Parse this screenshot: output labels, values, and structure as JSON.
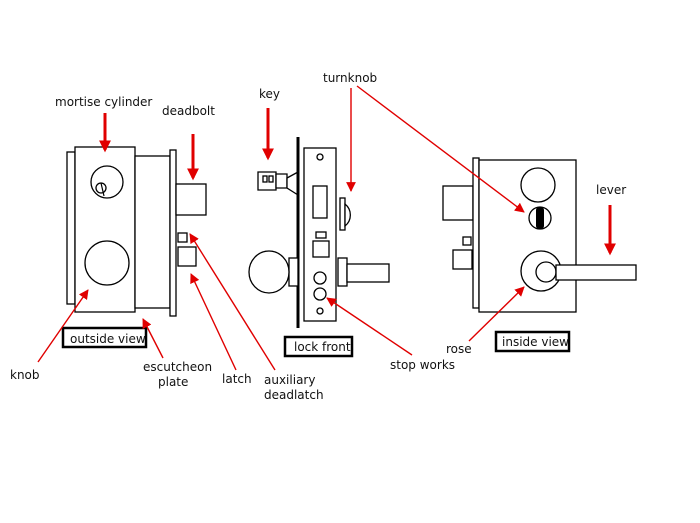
{
  "labels": {
    "mortise_cylinder": "mortise cylinder",
    "deadbolt": "deadbolt",
    "key": "key",
    "turnknob": "turnknob",
    "lever": "lever",
    "outside_view": "outside view",
    "knob": "knob",
    "escutcheon_plate_1": "escutcheon",
    "escutcheon_plate_2": "plate",
    "latch": "latch",
    "auxiliary_deadlatch_1": "auxiliary",
    "auxiliary_deadlatch_2": "deadlatch",
    "lock_front": "lock front",
    "stop_works": "stop works",
    "rose": "rose",
    "inside_view": "inside view"
  },
  "colors": {
    "arrow": "#e00000",
    "line": "#000000",
    "background": "#ffffff"
  }
}
